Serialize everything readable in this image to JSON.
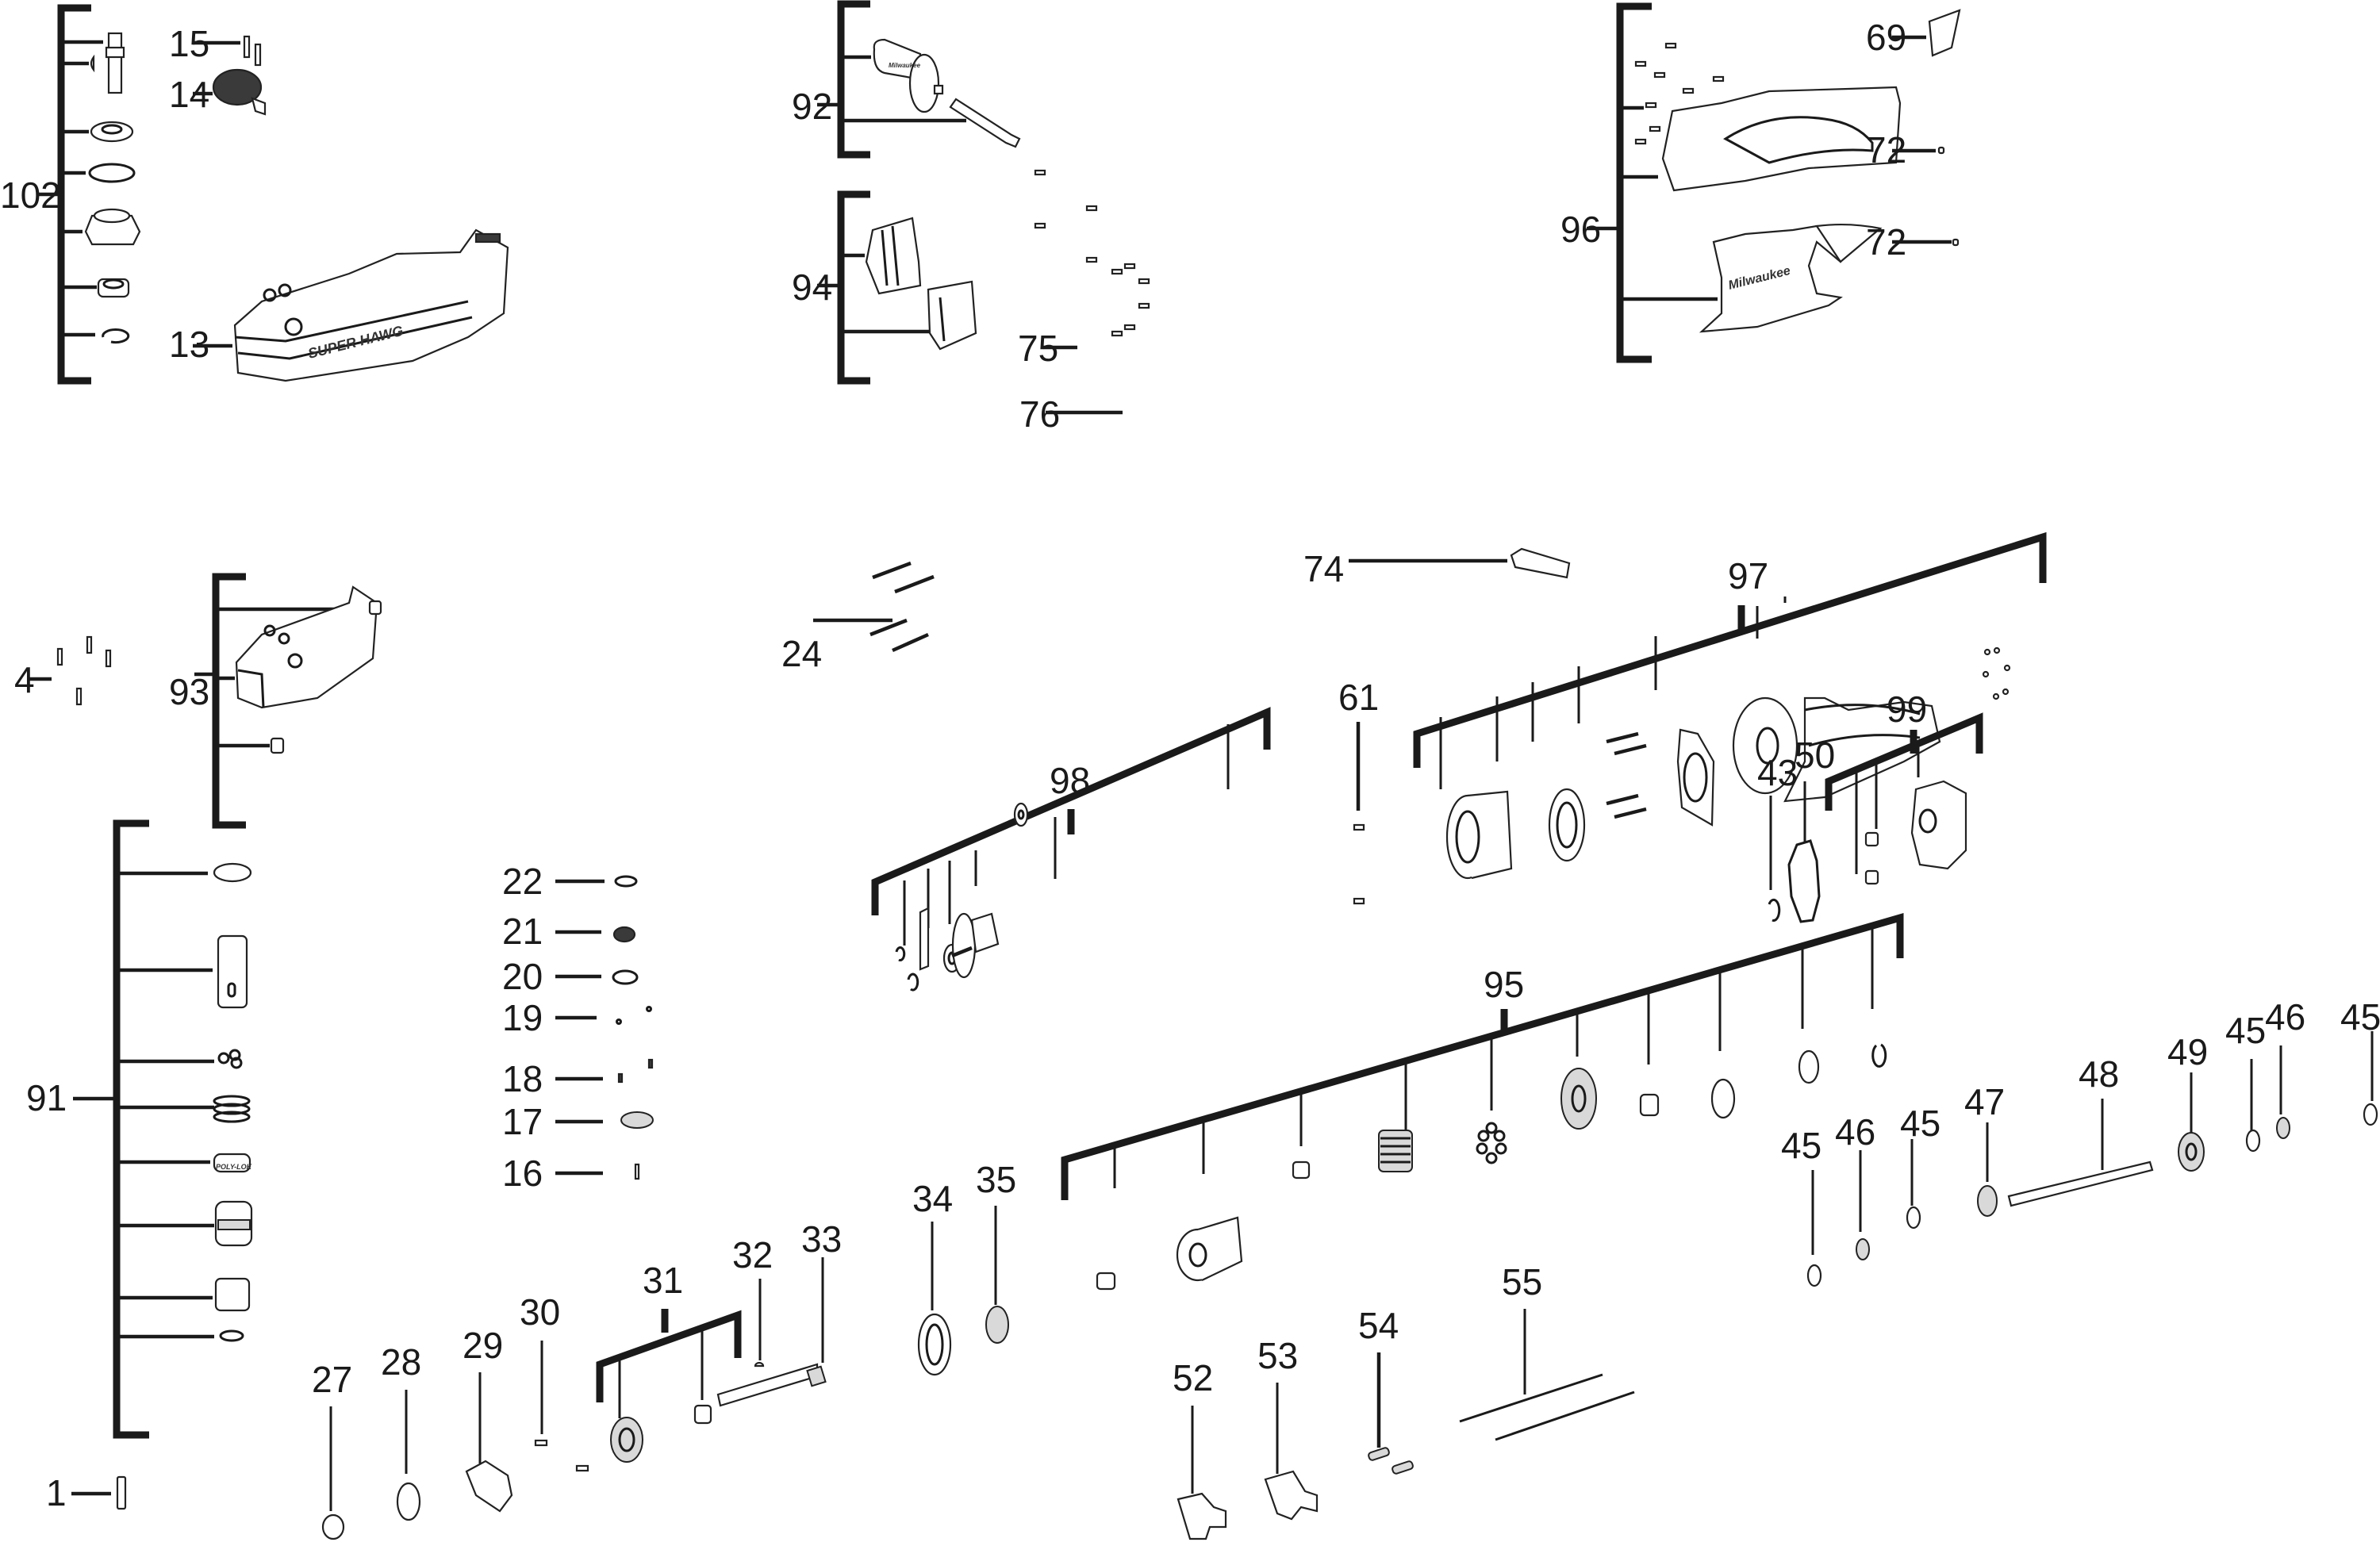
{
  "title": "Exploded parts diagram",
  "brand_text": "Milwaukee",
  "housing_text": "SUPER HAWG",
  "collar_text": "POLY-LOK",
  "callouts": [
    {
      "id": "c102",
      "label": "102"
    },
    {
      "id": "c15",
      "label": "15"
    },
    {
      "id": "c14",
      "label": "14"
    },
    {
      "id": "c13",
      "label": "13"
    },
    {
      "id": "c92",
      "label": "92"
    },
    {
      "id": "c94",
      "label": "94"
    },
    {
      "id": "c75",
      "label": "75"
    },
    {
      "id": "c76",
      "label": "76"
    },
    {
      "id": "c96",
      "label": "96"
    },
    {
      "id": "c69",
      "label": "69"
    },
    {
      "id": "c72a",
      "label": "72"
    },
    {
      "id": "c72b",
      "label": "72"
    },
    {
      "id": "c74",
      "label": "74"
    },
    {
      "id": "c97",
      "label": "97"
    },
    {
      "id": "c4",
      "label": "4"
    },
    {
      "id": "c93",
      "label": "93"
    },
    {
      "id": "c24",
      "label": "24"
    },
    {
      "id": "c61",
      "label": "61"
    },
    {
      "id": "c98",
      "label": "98"
    },
    {
      "id": "c99",
      "label": "99"
    },
    {
      "id": "c43",
      "label": "43"
    },
    {
      "id": "c50",
      "label": "50"
    },
    {
      "id": "c95",
      "label": "95"
    },
    {
      "id": "c91",
      "label": "91"
    },
    {
      "id": "c22",
      "label": "22"
    },
    {
      "id": "c21",
      "label": "21"
    },
    {
      "id": "c20",
      "label": "20"
    },
    {
      "id": "c19",
      "label": "19"
    },
    {
      "id": "c18",
      "label": "18"
    },
    {
      "id": "c17",
      "label": "17"
    },
    {
      "id": "c16",
      "label": "16"
    },
    {
      "id": "c1",
      "label": "1"
    },
    {
      "id": "c27",
      "label": "27"
    },
    {
      "id": "c28",
      "label": "28"
    },
    {
      "id": "c29",
      "label": "29"
    },
    {
      "id": "c30",
      "label": "30"
    },
    {
      "id": "c31",
      "label": "31"
    },
    {
      "id": "c32",
      "label": "32"
    },
    {
      "id": "c33",
      "label": "33"
    },
    {
      "id": "c34",
      "label": "34"
    },
    {
      "id": "c35",
      "label": "35"
    },
    {
      "id": "c52",
      "label": "52"
    },
    {
      "id": "c53",
      "label": "53"
    },
    {
      "id": "c54",
      "label": "54"
    },
    {
      "id": "c55",
      "label": "55"
    },
    {
      "id": "c45a",
      "label": "45"
    },
    {
      "id": "c46a",
      "label": "46"
    },
    {
      "id": "c45b",
      "label": "45"
    },
    {
      "id": "c47",
      "label": "47"
    },
    {
      "id": "c48",
      "label": "48"
    },
    {
      "id": "c49",
      "label": "49"
    },
    {
      "id": "c45c",
      "label": "45"
    },
    {
      "id": "c46b",
      "label": "46"
    },
    {
      "id": "c45d",
      "label": "45"
    }
  ]
}
